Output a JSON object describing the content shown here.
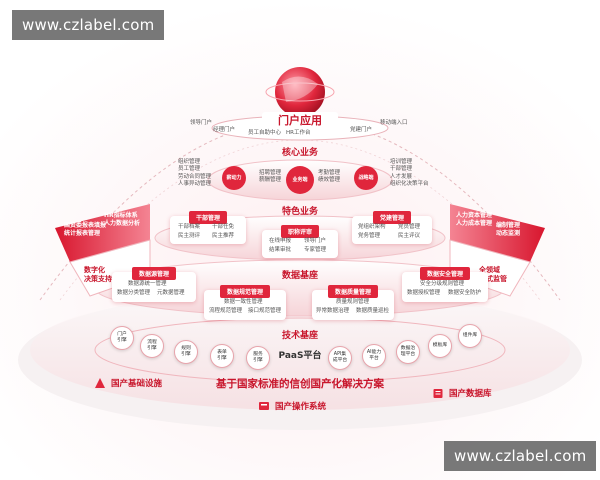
{
  "watermark": "www.czlabel.com",
  "portal": {
    "title": "门户应用",
    "items_left": [
      "领导门户",
      "经理门户"
    ],
    "items_center": [
      "员工自助中心",
      "HR工作台"
    ],
    "items_right": [
      "党建门户",
      "移动端入口"
    ]
  },
  "core": {
    "title": "核心业务",
    "circles": [
      "薪动力",
      "业务端",
      "战略端"
    ],
    "left_list": [
      "组织管理",
      "员工管理",
      "劳动合同管理",
      "人事异动管理"
    ],
    "center_left": [
      "招聘管理",
      "薪酬管理"
    ],
    "center_right": [
      "考勤管理",
      "绩效管理"
    ],
    "right_list": [
      "培训管理",
      "干部管理",
      "人才发展",
      "组织化决策平台"
    ]
  },
  "featured": {
    "title": "特色业务",
    "cards": [
      {
        "title": "干部管理",
        "rows": [
          [
            "干部档案",
            "干部任免"
          ],
          [
            "民主测评",
            "民主推荐"
          ]
        ]
      },
      {
        "title": "职称评审",
        "rows": [
          [
            "在线申报",
            "领导门户"
          ],
          [
            "结果审批",
            "专家管理"
          ]
        ]
      },
      {
        "title": "党建管理",
        "rows": [
          [
            "党组织架构",
            "党员管理"
          ],
          [
            "党务管理",
            "民主评议"
          ]
        ]
      }
    ]
  },
  "wings": {
    "left_outer": [
      "国资委报表填报",
      "统计报表管理"
    ],
    "left_inner": [
      "HR指标体系",
      "人力数据分析"
    ],
    "left_bottom": [
      "数字化",
      "决策支持"
    ],
    "right_outer": [
      "编制管理",
      "动态监测"
    ],
    "right_inner": [
      "人力资本管理",
      "人力成本管理"
    ],
    "right_bottom": [
      "全领域",
      "穿透式监管"
    ]
  },
  "data_base": {
    "title": "数据基座",
    "cards": [
      {
        "title": "数据源管理",
        "rows": [
          [
            "数据源统一管理"
          ],
          [
            "数据分类管理",
            "元数据管理"
          ]
        ]
      },
      {
        "title": "数据规范管理",
        "rows": [
          [
            "数据一致性管理"
          ],
          [
            "流程规范管理",
            "接口规范管理"
          ]
        ]
      },
      {
        "title": "数据质量管理",
        "rows": [
          [
            "质量规则管理"
          ],
          [
            "异常数据治理",
            "数据质量巡检"
          ]
        ]
      },
      {
        "title": "数据安全管理",
        "rows": [
          [
            "安全分级规则管理"
          ],
          [
            "数据授权管理",
            "数据安全防护"
          ]
        ]
      }
    ]
  },
  "tech": {
    "title": "技术基座",
    "center": "PaaS平台",
    "nodes_left": [
      [
        "门户",
        "引擎"
      ],
      [
        "流程",
        "引擎"
      ],
      [
        "规则",
        "引擎"
      ],
      [
        "表单",
        "引擎"
      ],
      [
        "服务",
        "引擎"
      ]
    ],
    "nodes_right": [
      [
        "API集",
        "成平台"
      ],
      [
        "AI能力",
        "平台"
      ],
      [
        "数据治",
        "理平台"
      ],
      [
        "模板库"
      ],
      [
        "组件库"
      ]
    ]
  },
  "bottom": {
    "headline": "基于国家标准的信创国产化解决方案",
    "left": "国产基础设施",
    "center": "国产操作系统",
    "right": "国产数据库"
  },
  "colors": {
    "primary": "#e0263c",
    "dark_red": "#c8162c",
    "pink": "#f7c9cf"
  }
}
